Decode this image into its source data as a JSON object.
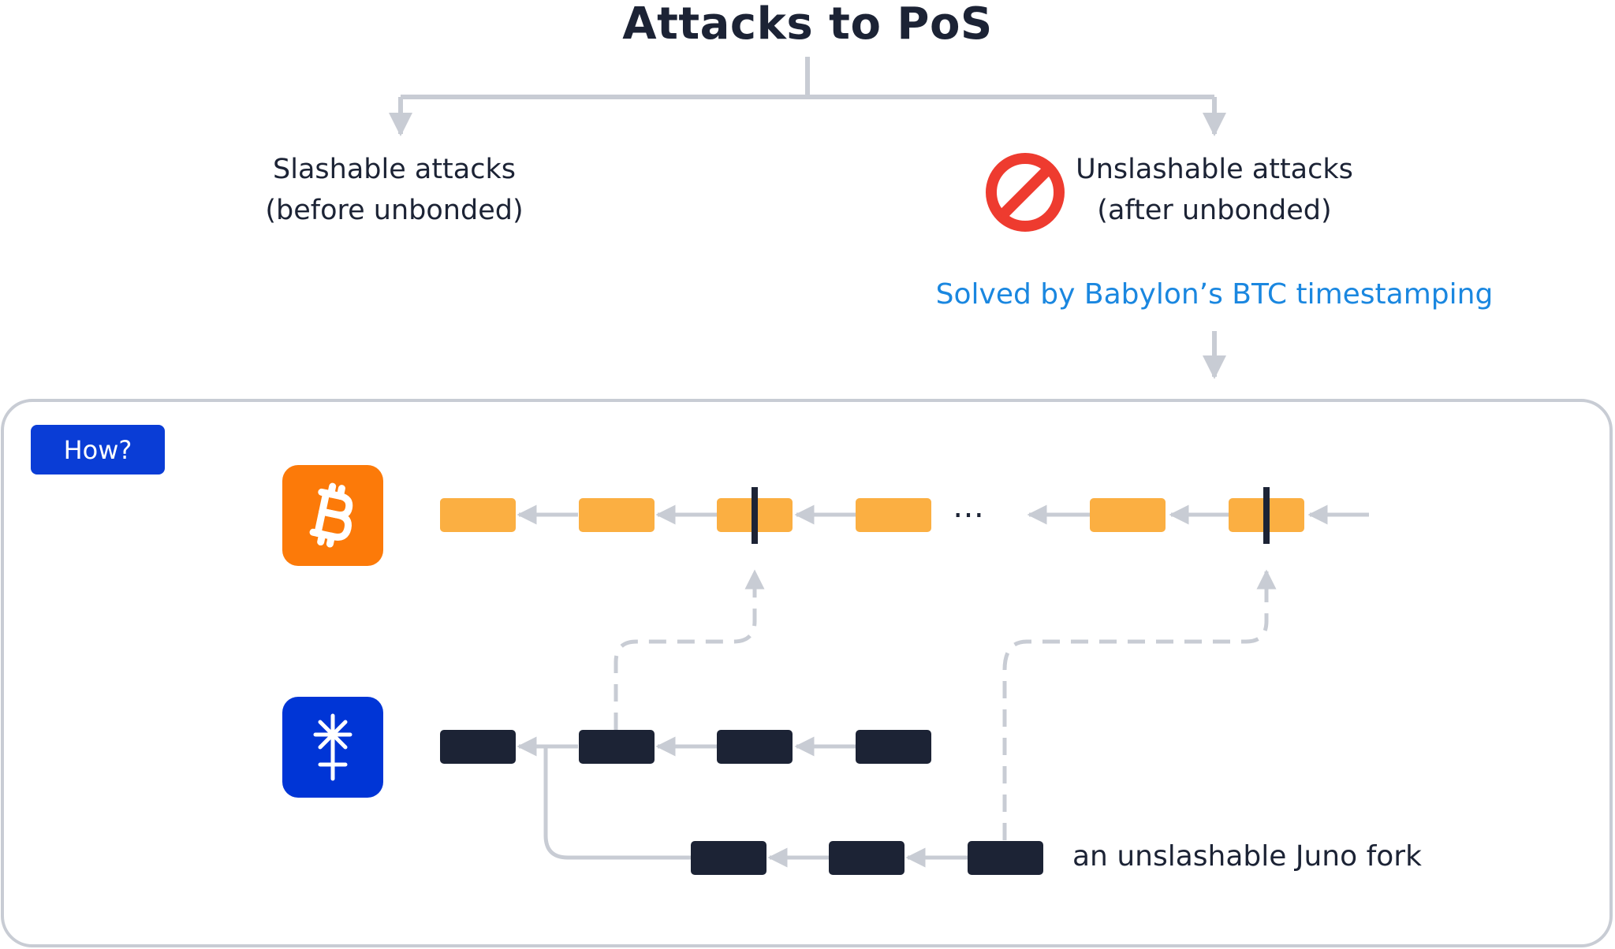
{
  "title": "Attacks to PoS",
  "branches": {
    "left": {
      "line1": "Slashable attacks",
      "line2": "(before unbonded)"
    },
    "right": {
      "line1": "Unslashable attacks",
      "line2": "(after unbonded)"
    }
  },
  "solution_text": "Solved by Babylon’s BTC timestamping",
  "how_badge": "How?",
  "ellipsis": "…",
  "fork_label": "an unslashable Juno fork",
  "icons": {
    "bitcoin": "bitcoin-icon",
    "juno": "juno-icon",
    "prohibited": "prohibited-icon"
  },
  "colors": {
    "text": "#1c2335",
    "accent_blue": "#1a87e0",
    "connector_gray": "#c8ccd4",
    "btc_orange": "#fc7a09",
    "btc_block": "#fbaf42",
    "juno_blue": "#0035d6",
    "dark_block": "#1c2335",
    "prohibited_red": "#ee3b2f",
    "badge_blue": "#0a3dd6"
  }
}
